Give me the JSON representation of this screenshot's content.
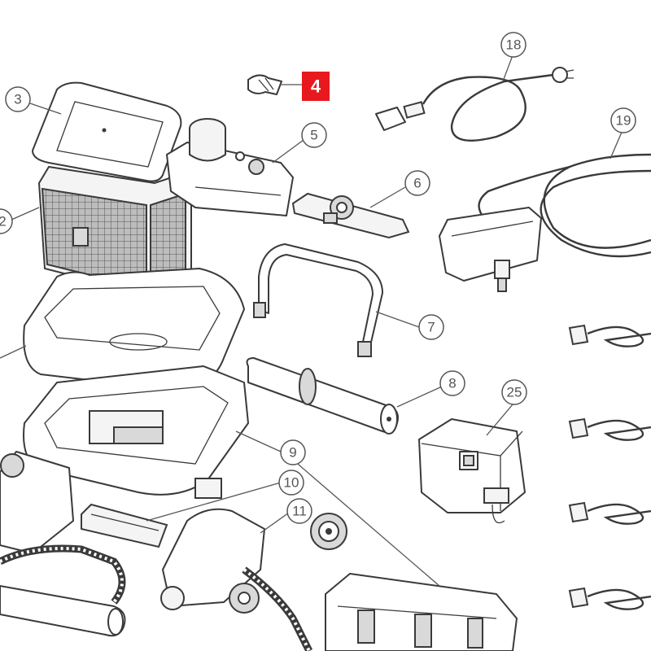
{
  "highlight": {
    "label": "4",
    "color": "#e8191e"
  },
  "callouts": [
    {
      "id": "3",
      "label": "3"
    },
    {
      "id": "2",
      "label": "2"
    },
    {
      "id": "5",
      "label": "5"
    },
    {
      "id": "6",
      "label": "6"
    },
    {
      "id": "7",
      "label": "7"
    },
    {
      "id": "8",
      "label": "8"
    },
    {
      "id": "9",
      "label": "9"
    },
    {
      "id": "10",
      "label": "10"
    },
    {
      "id": "11",
      "label": "11"
    },
    {
      "id": "18",
      "label": "18"
    },
    {
      "id": "19",
      "label": "19"
    },
    {
      "id": "25",
      "label": "25"
    }
  ],
  "colors": {
    "line": "#3a3a3a",
    "callout": "#555555",
    "background": "#ffffff"
  }
}
